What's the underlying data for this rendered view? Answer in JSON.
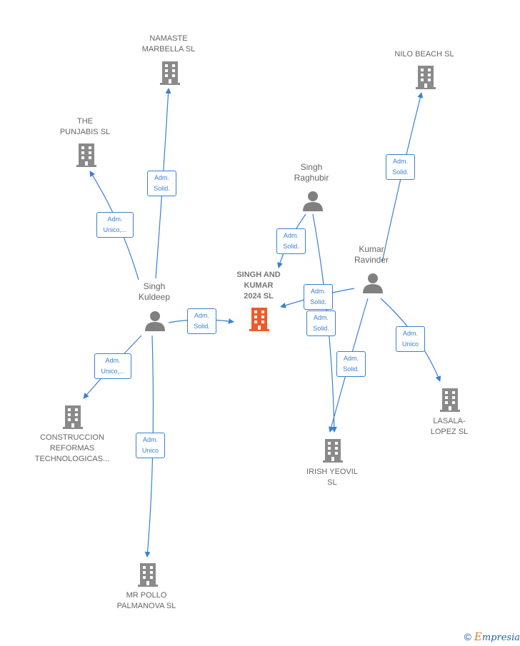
{
  "colors": {
    "edge": "#3a7fd5",
    "building": "#8a8a8a",
    "building_central": "#f05a28",
    "person": "#808080"
  },
  "nodes": {
    "namaste": {
      "line1": "NAMASTE",
      "line2": "MARBELLA  SL",
      "type": "building-icon"
    },
    "nilo": {
      "line1": "NILO BEACH  SL",
      "type": "building-icon"
    },
    "punjabis": {
      "line1": "THE",
      "line2": "PUNJABIS SL",
      "type": "building-icon"
    },
    "raghubir": {
      "line1": "Singh",
      "line2": "Raghubir",
      "type": "person-icon"
    },
    "ravinder": {
      "line1": "Kumar",
      "line2": "Ravinder",
      "type": "person-icon"
    },
    "kuldeep": {
      "line1": "Singh",
      "line2": "Kuldeep",
      "type": "person-icon"
    },
    "central": {
      "line1": "SINGH AND",
      "line2": "KUMAR",
      "line3": "2024  SL",
      "type": "building-icon"
    },
    "construccion": {
      "line1": "CONSTRUCCION",
      "line2": "REFORMAS",
      "line3": "TECHNOLOGICAS...",
      "type": "building-icon"
    },
    "lasala": {
      "line1": "LASALA-",
      "line2": "LOPEZ SL",
      "type": "building-icon"
    },
    "irish": {
      "line1": "IRISH YEOVIL",
      "line2": "SL",
      "type": "building-icon"
    },
    "pollo": {
      "line1": "MR POLLO",
      "line2": "PALMANOVA  SL",
      "type": "building-icon"
    }
  },
  "relations": {
    "r1": {
      "line1": "Adm.",
      "line2": "Solid."
    },
    "r2": {
      "line1": "Adm.",
      "line2": "Unico,..."
    },
    "r3": {
      "line1": "Adm.",
      "line2": "Solid."
    },
    "r4": {
      "line1": "Adm.",
      "line2": "Solid."
    },
    "r5": {
      "line1": "Adm.",
      "line2": "Solid."
    },
    "r6": {
      "line1": "Adm.",
      "line2": "Solid."
    },
    "r7": {
      "line1": "Adm.",
      "line2": "Solid."
    },
    "r8": {
      "line1": "Adm.",
      "line2": "Unico,..."
    },
    "r9": {
      "line1": "Adm.",
      "line2": "Unico"
    },
    "r10": {
      "line1": "Adm.",
      "line2": "Solid."
    },
    "r11": {
      "line1": "Adm.",
      "line2": "Unico"
    }
  },
  "footer": {
    "copyright": "©",
    "brand_initial": "E",
    "brand_rest": "mpresia"
  }
}
